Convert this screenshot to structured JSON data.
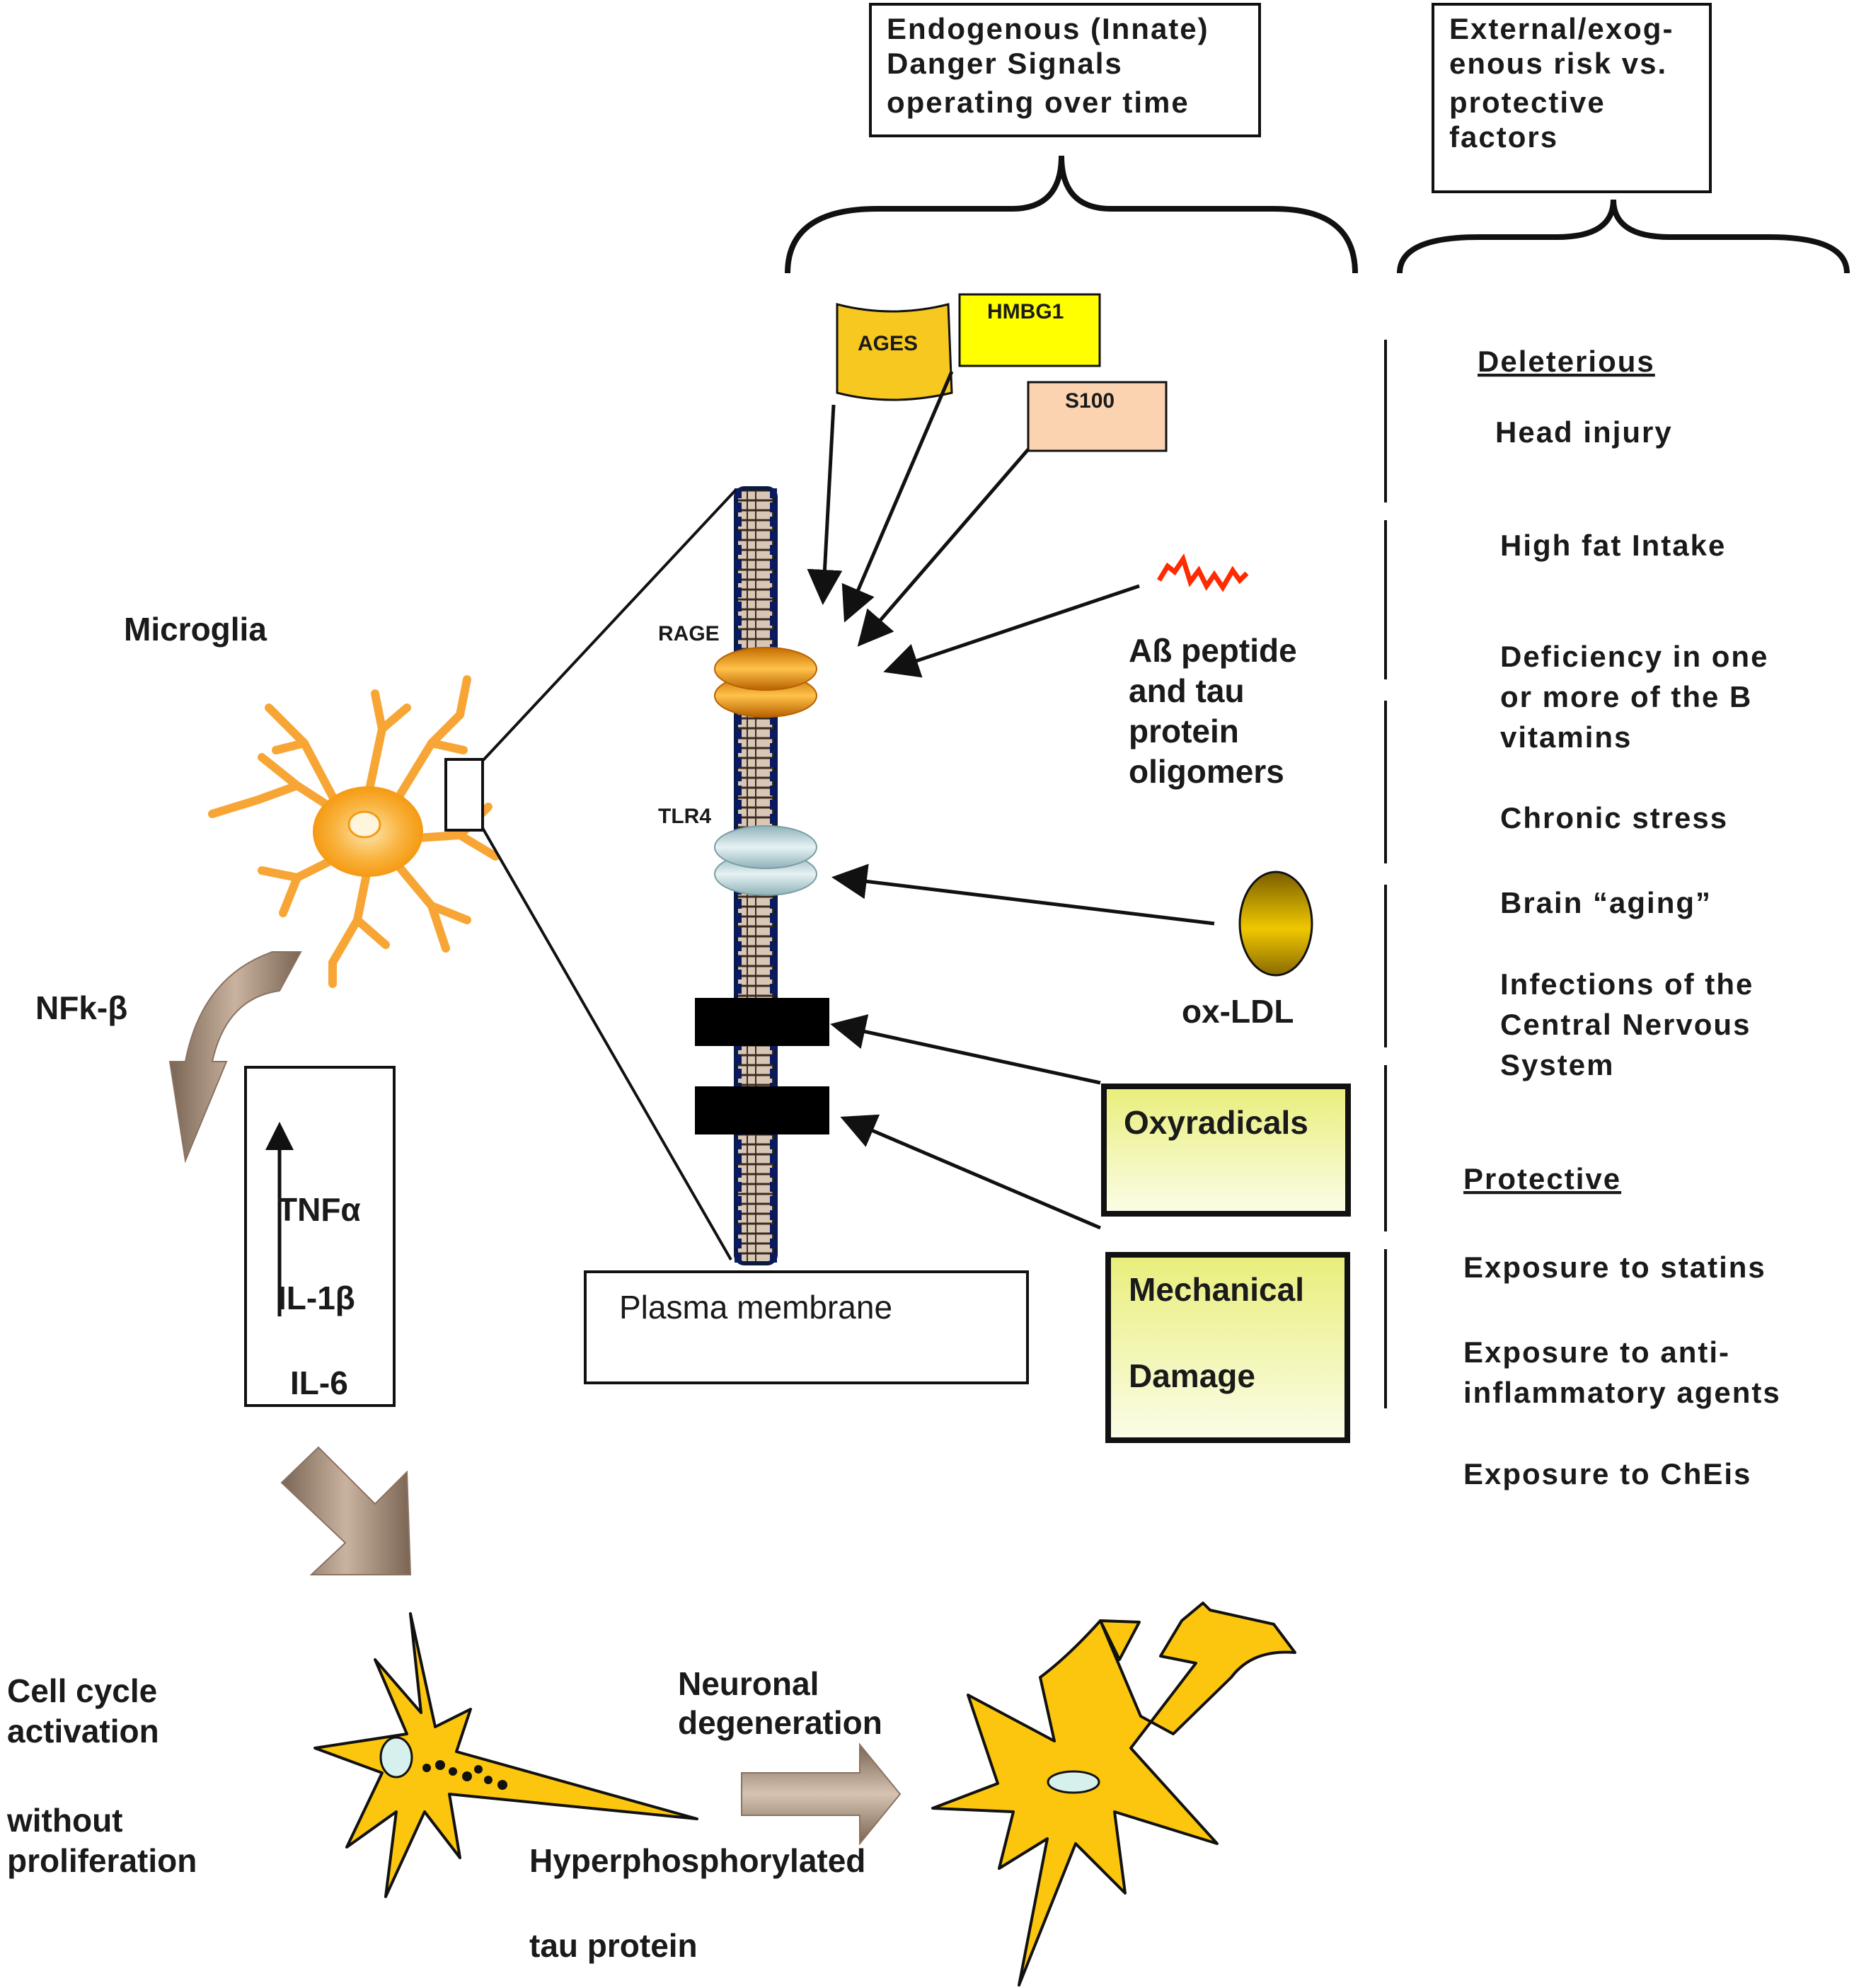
{
  "header_boxes": {
    "endogenous": [
      "Endogenous (Innate)",
      "Danger Signals",
      "operating over time"
    ],
    "external": [
      "External/exog-",
      "enous risk vs.",
      "protective",
      "factors"
    ]
  },
  "signals": {
    "ages": "AGES",
    "hmbg1": "HMBG1",
    "s100": "S100",
    "abeta": [
      "Aß peptide",
      "and tau",
      "protein",
      "oligomers"
    ],
    "oxldl": "ox-LDL",
    "oxyradicals": "Oxyradicals",
    "mechanical": [
      "Mechanical",
      "Damage"
    ]
  },
  "receptors": {
    "rage": "RAGE",
    "tlr4": "TLR4"
  },
  "membrane_label": "Plasma membrane",
  "microglia": {
    "label": "Microglia",
    "nfkb": "NFk-β"
  },
  "cytokines": [
    "TNFα",
    "IL-1β",
    "IL-6"
  ],
  "outcomes": {
    "cell_cycle": [
      "Cell cycle",
      "activation",
      "without",
      "proliferation"
    ],
    "degeneration": [
      "Neuronal",
      "degeneration"
    ],
    "hyperphos": [
      "Hyperphosphorylated",
      "tau protein"
    ]
  },
  "risk_factors": {
    "deleterious_title": "Deleterious",
    "deleterious": [
      "Head injury",
      "High fat Intake",
      "Deficiency in one",
      "or more of the B",
      "vitamins",
      "Chronic stress",
      "Brain “aging”",
      "Infections of the",
      "Central Nervous",
      "System"
    ],
    "protective_title": "Protective",
    "protective": [
      "Exposure to statins",
      "Exposure to anti-",
      "inflammatory agents",
      "Exposure to ChEis"
    ]
  },
  "colors": {
    "microglia": "#f5a623",
    "neuron": "#fcc60e",
    "rage": "#e8920a",
    "tlr4": "#b8d4d8",
    "hmbg1": "#ffff00",
    "ages": "#f7c820",
    "s100": "#fbd3b0",
    "oxldl": "#c9a200",
    "abeta": "#ff2a00",
    "damage_box": "#f6f8c4",
    "arrow_brown": "#a08a76"
  }
}
